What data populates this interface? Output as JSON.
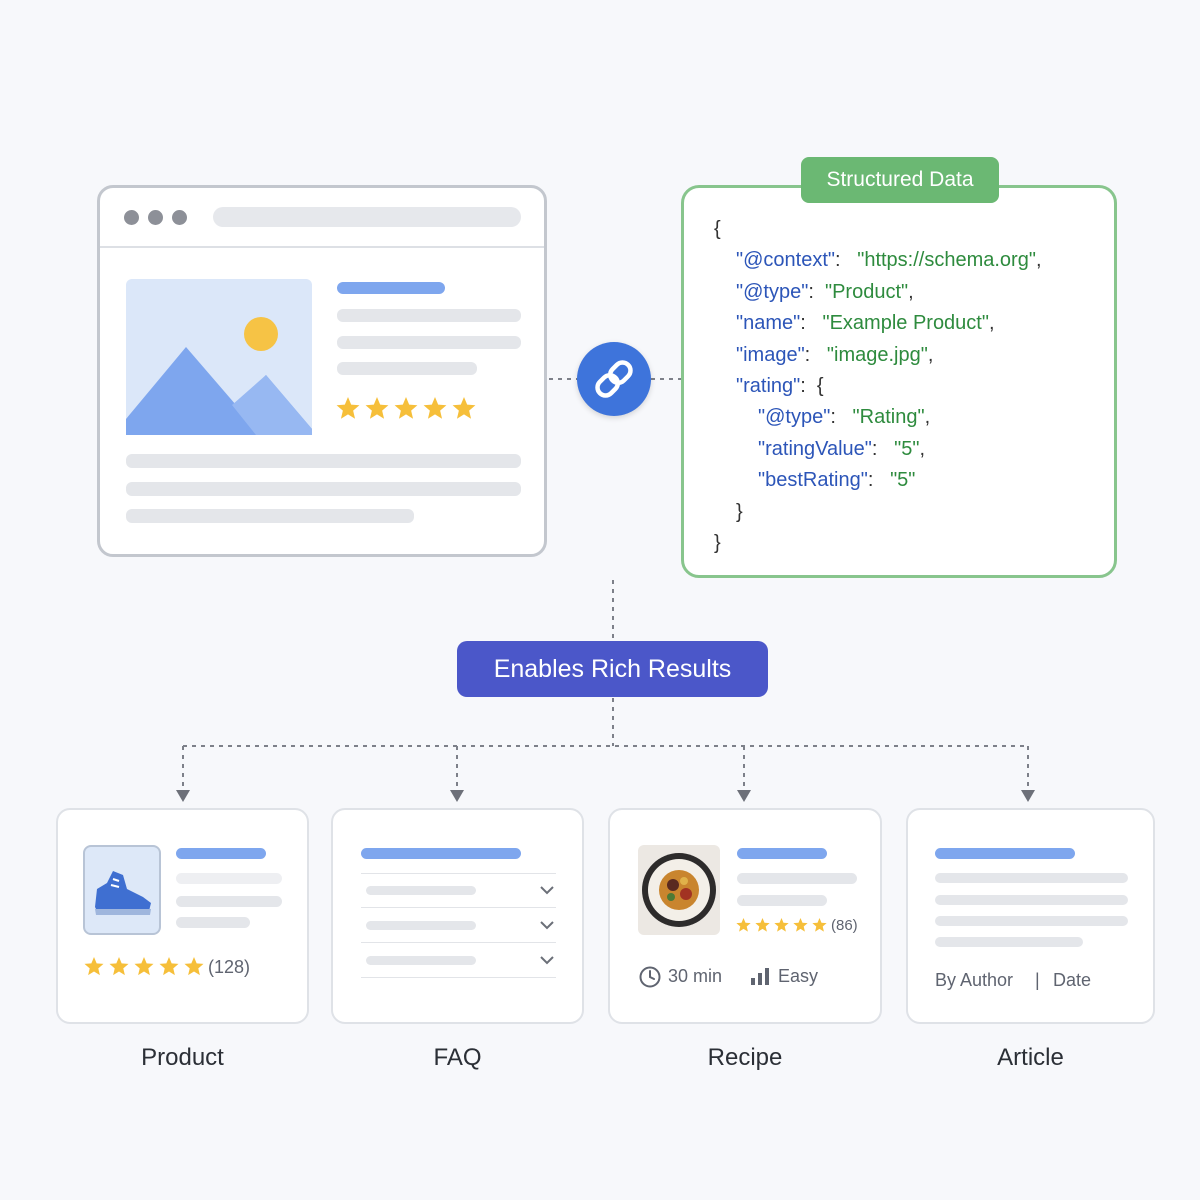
{
  "structured_data": {
    "badge": "Structured Data",
    "lines": [
      {
        "text": "{",
        "indent": 0,
        "parts": [
          {
            "t": "{",
            "c": "p"
          }
        ]
      },
      {
        "indent": 1,
        "parts": [
          {
            "t": "\"@context\"",
            "c": "k"
          },
          {
            "t": ":   ",
            "c": "p"
          },
          {
            "t": "\"https://schema.org\"",
            "c": "v"
          },
          {
            "t": ",",
            "c": "p"
          }
        ]
      },
      {
        "indent": 1,
        "parts": [
          {
            "t": "\"@type\"",
            "c": "k"
          },
          {
            "t": ":  ",
            "c": "p"
          },
          {
            "t": "\"Product\"",
            "c": "v"
          },
          {
            "t": ",",
            "c": "p"
          }
        ]
      },
      {
        "indent": 1,
        "parts": [
          {
            "t": "\"name\"",
            "c": "k"
          },
          {
            "t": ":   ",
            "c": "p"
          },
          {
            "t": "\"Example Product\"",
            "c": "v"
          },
          {
            "t": ",",
            "c": "p"
          }
        ]
      },
      {
        "indent": 1,
        "parts": [
          {
            "t": "\"image\"",
            "c": "k"
          },
          {
            "t": ":   ",
            "c": "p"
          },
          {
            "t": "\"image.jpg\"",
            "c": "v"
          },
          {
            "t": ",",
            "c": "p"
          }
        ]
      },
      {
        "indent": 1,
        "parts": [
          {
            "t": "\"rating\"",
            "c": "k"
          },
          {
            "t": ":  {",
            "c": "p"
          }
        ]
      },
      {
        "indent": 2,
        "parts": [
          {
            "t": "\"@type\"",
            "c": "k"
          },
          {
            "t": ":   ",
            "c": "p"
          },
          {
            "t": "\"Rating\"",
            "c": "v"
          },
          {
            "t": ",",
            "c": "p"
          }
        ]
      },
      {
        "indent": 2,
        "parts": [
          {
            "t": "\"ratingValue\"",
            "c": "k"
          },
          {
            "t": ":   ",
            "c": "p"
          },
          {
            "t": "\"5\"",
            "c": "v"
          },
          {
            "t": ",",
            "c": "p"
          }
        ]
      },
      {
        "indent": 2,
        "parts": [
          {
            "t": "\"bestRating\"",
            "c": "k"
          },
          {
            "t": ":   ",
            "c": "p"
          },
          {
            "t": "\"5\"",
            "c": "v"
          }
        ]
      },
      {
        "indent": 1,
        "parts": [
          {
            "t": "}",
            "c": "p"
          }
        ]
      },
      {
        "indent": 0,
        "parts": [
          {
            "t": "}",
            "c": "p"
          }
        ]
      }
    ]
  },
  "center": {
    "button": "Enables Rich Results",
    "icon": "link-icon"
  },
  "cards": {
    "product": {
      "label": "Product",
      "rating_count": "(128)",
      "stars": 5,
      "icon": "sneaker-icon"
    },
    "faq": {
      "label": "FAQ",
      "icon": "chevron-down-icon"
    },
    "recipe": {
      "label": "Recipe",
      "rating_count": "(86)",
      "stars": 5,
      "time": "30 min",
      "difficulty": "Easy",
      "icon": "clock-icon"
    },
    "article": {
      "label": "Article",
      "author": "By Author",
      "separator": "|",
      "date": "Date"
    }
  },
  "colors": {
    "accent_blue": "#3e74db",
    "button_indigo": "#4b57c9",
    "structured_green": "#6bb873",
    "star": "#f6bf3a",
    "key_blue": "#2c55b8",
    "value_green": "#2e8b3e"
  }
}
